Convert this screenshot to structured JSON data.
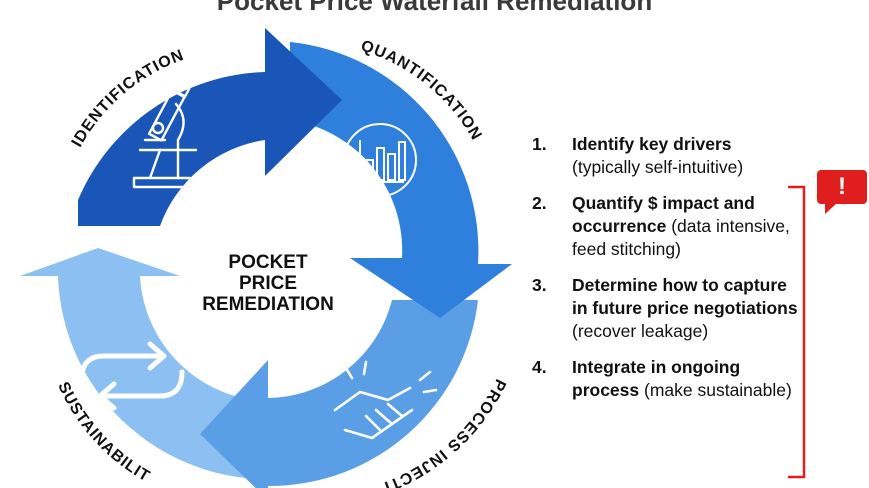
{
  "title": "Pocket Price Waterfall Remediation",
  "cycle": {
    "center": [
      "POCKET",
      "PRICE",
      "REMEDIATION"
    ],
    "stages": [
      {
        "label": "IDENTIFICATION",
        "icon": "microscope-icon",
        "color": "#1a56b8"
      },
      {
        "label": "QUANTIFICATION",
        "icon": "bar-chart-icon",
        "color": "#2f7fdc"
      },
      {
        "label": "PROCESS INJECTION",
        "icon": "handshake-icon",
        "color": "#5a9fe6"
      },
      {
        "label": "SUSTAINABILITY",
        "icon": "refresh-arrows-icon",
        "color": "#8cc0f2"
      }
    ]
  },
  "steps": [
    {
      "num": "1.",
      "bold": "Identify key drivers",
      "rest": " (typically self-intuitive)"
    },
    {
      "num": "2.",
      "bold": "Quantify $ impact and occurrence",
      "rest": " (data intensive, feed stitching)"
    },
    {
      "num": "3.",
      "bold": "Determine how to capture in future price negotiations",
      "rest": " (recover leakage)"
    },
    {
      "num": "4.",
      "bold": "Integrate in ongoing process",
      "rest": " (make sustainable)"
    }
  ],
  "alert": {
    "symbol": "!",
    "color": "#e01e1e"
  }
}
